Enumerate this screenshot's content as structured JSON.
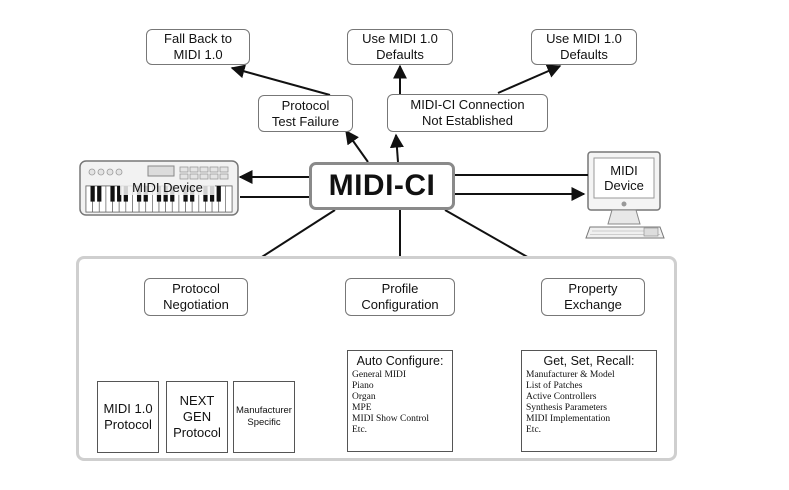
{
  "core": {
    "label": "MIDI-CI"
  },
  "top": {
    "fallback": [
      "Fall Back to",
      "MIDI 1.0"
    ],
    "defaults_center": [
      "Use MIDI 1.0",
      "Defaults"
    ],
    "defaults_right": [
      "Use MIDI 1.0",
      "Defaults"
    ],
    "protocol_failure": [
      "Protocol",
      "Test Failure"
    ],
    "connection": [
      "MIDI-CI Connection",
      "Not Established"
    ]
  },
  "devices": {
    "left_label": "MIDI Device",
    "right_label": [
      "MIDI",
      "Device"
    ]
  },
  "capabilities": {
    "negotiation": [
      "Protocol",
      "Negotiation"
    ],
    "profile": [
      "Profile",
      "Configuration"
    ],
    "property": [
      "Property",
      "Exchange"
    ]
  },
  "protocols": {
    "midi1": [
      "MIDI 1.0",
      "Protocol"
    ],
    "nextgen": [
      "NEXT",
      "GEN",
      "Protocol"
    ],
    "manufacturer": [
      "Manufacturer",
      "Specific"
    ]
  },
  "auto_configure": {
    "header": "Auto Configure:",
    "items": [
      "General MIDI",
      "Piano",
      "Organ",
      "MPE",
      "MIDI Show Control",
      "Etc."
    ]
  },
  "get_set_recall": {
    "header": "Get, Set, Recall:",
    "items": [
      "Manufacturer & Model",
      "List of Patches",
      "Active Controllers",
      "Synthesis Parameters",
      "MIDI Implementation",
      "Etc."
    ]
  },
  "colors": {
    "line": "#111111",
    "box_border": "#777777",
    "core_border": "#8a8a8a",
    "panel_border": "#cfcfcf"
  }
}
